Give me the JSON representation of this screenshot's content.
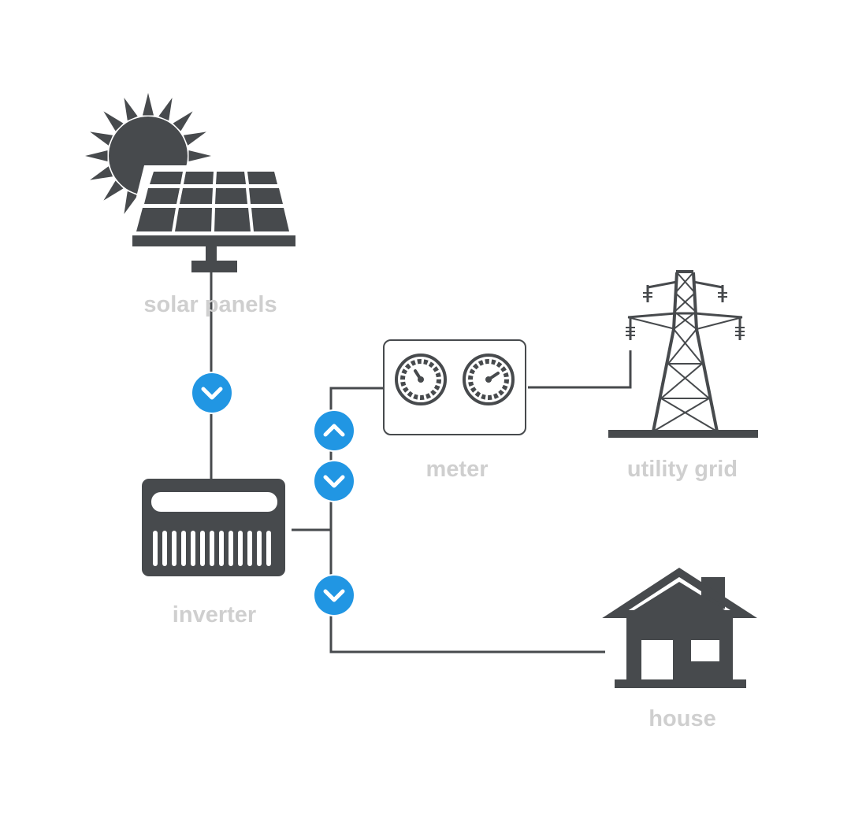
{
  "nodes": {
    "solar_panels": {
      "label": "solar panels",
      "icon": "solar-panel-with-sun-icon"
    },
    "inverter": {
      "label": "inverter",
      "icon": "inverter-icon"
    },
    "meter": {
      "label": "meter",
      "icon": "electric-meter-icon"
    },
    "utility_grid": {
      "label": "utility grid",
      "icon": "transmission-tower-icon"
    },
    "house": {
      "label": "house",
      "icon": "house-icon"
    }
  },
  "flow_arrows": [
    {
      "id": "solar-to-inverter",
      "direction": "down"
    },
    {
      "id": "grid-to-inverter",
      "direction": "up"
    },
    {
      "id": "inverter-to-meter",
      "direction": "down"
    },
    {
      "id": "inverter-to-house",
      "direction": "down"
    }
  ],
  "colors": {
    "icon": "#474a4d",
    "label": "#cfcfcf",
    "arrow_badge": "#2196e3",
    "wire": "#474a4d",
    "background": "#ffffff"
  }
}
